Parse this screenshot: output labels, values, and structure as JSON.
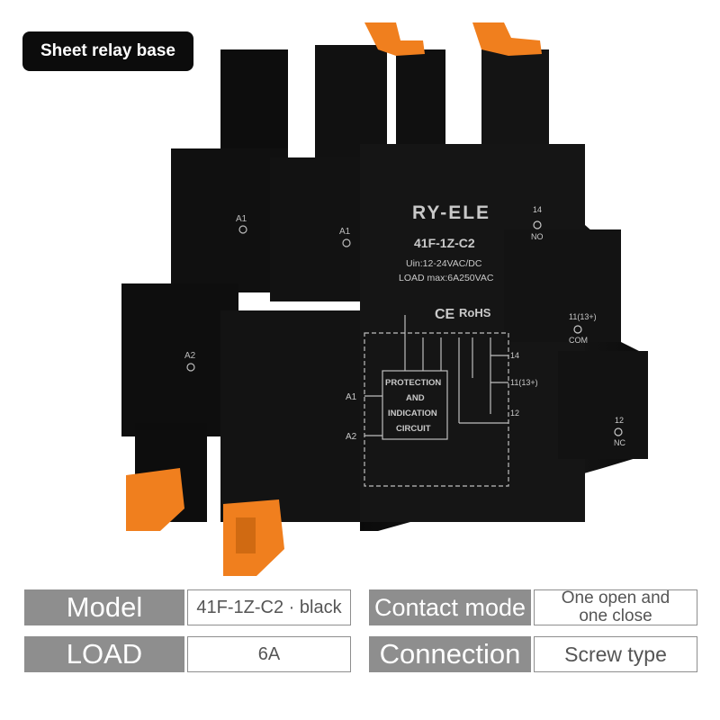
{
  "badge": {
    "text": "Sheet relay base"
  },
  "product": {
    "brand": "RY-ELE",
    "model_marking": "41F-1Z-C2",
    "voltage_marking": "Uin:12-24VAC/DC",
    "load_marking": "LOAD max:6A250VAC",
    "certification_ce": "CE",
    "certification_rohs": "RoHS",
    "circuit_lines": [
      "PROTECTION",
      "AND",
      "INDICATION",
      "CIRCUIT"
    ],
    "terminals": {
      "a1": "A1",
      "a2": "A2",
      "no_num": "14",
      "no": "NO",
      "com_num": "11(13+)",
      "com": "COM",
      "nc_num": "12",
      "nc": "NC",
      "diag_14": "14",
      "diag_11": "11(13+)",
      "diag_12": "12"
    },
    "colors": {
      "housing": "#111111",
      "latch": "#f07f1e",
      "markings": "#c9c9c9"
    }
  },
  "specs": {
    "model_label": "Model",
    "model_value": "41F-1Z-C2 · black",
    "contact_mode_label": "Contact mode",
    "contact_mode_value": "One open and\none close",
    "load_label": "LOAD",
    "load_value": "6A",
    "connection_label": "Connection",
    "connection_value": "Screw type"
  }
}
